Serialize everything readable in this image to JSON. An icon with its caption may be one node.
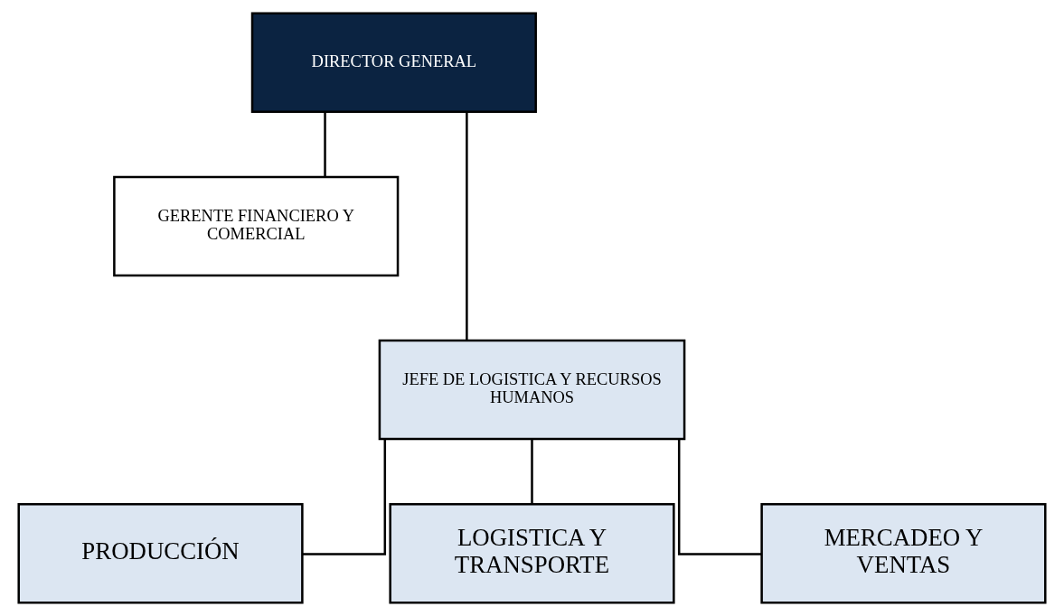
{
  "diagram": {
    "nodes": [
      {
        "text": [
          "DIRECTOR GENERAL"
        ]
      },
      {
        "text": [
          "GERENTE FINANCIERO Y COMERCIAL"
        ]
      },
      {
        "text": [
          "JEFE DE LOGISTICA Y RECURSOS HUMANOS"
        ]
      },
      {
        "text": [
          "PRODUCCIÓN"
        ]
      },
      {
        "text": [
          "LOGISTICA Y TRANSPORTE"
        ]
      },
      {
        "text": [
          "MERCADEO Y VENTAS"
        ]
      }
    ],
    "edges": [
      {
        "from": 0,
        "to": 1,
        "arrow": "none"
      },
      {
        "from": 0,
        "to": 2,
        "arrow": "none"
      },
      {
        "from": 2,
        "to": 3,
        "arrow": "none"
      },
      {
        "from": 2,
        "to": 4,
        "arrow": "none"
      },
      {
        "from": 2,
        "to": 5,
        "arrow": "none"
      }
    ]
  }
}
